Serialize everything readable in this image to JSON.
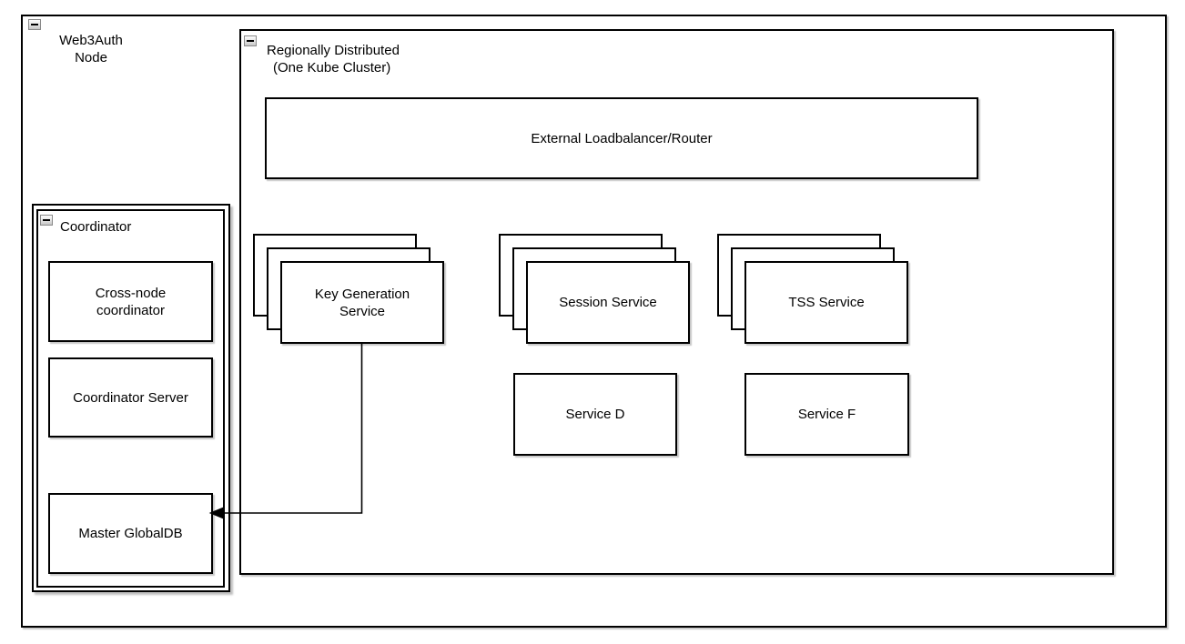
{
  "colors": {
    "border": "#000000",
    "fill": "#ffffff",
    "canvas_bg": "#ffffff",
    "collapse_btn_border": "#8a8a8a"
  },
  "icons": {
    "collapse_minus_glyph": "−"
  },
  "groups": {
    "web3auth": {
      "title_line1": "Web3Auth",
      "title_line2": "Node"
    },
    "regional": {
      "title_line1": "Regionally Distributed",
      "title_line2": "(One Kube Cluster)"
    },
    "coordinator": {
      "title": "Coordinator"
    }
  },
  "nodes": {
    "external_lb": {
      "label": "External Loadbalancer/Router"
    },
    "key_generation": {
      "label": "Key Generation Service",
      "replicas": 3
    },
    "session": {
      "label": "Session Service",
      "replicas": 3
    },
    "tss": {
      "label": "TSS Service",
      "replicas": 3
    },
    "service_d": {
      "label": "Service D"
    },
    "service_f": {
      "label": "Service F"
    },
    "cross_node": {
      "label": "Cross-node coordinator"
    },
    "coordinator_server": {
      "label": "Coordinator Server"
    },
    "master_globaldb": {
      "label": "Master GlobalDB"
    }
  },
  "edges": [
    {
      "from": "key_generation",
      "to": "master_globaldb",
      "type": "arrow"
    }
  ]
}
